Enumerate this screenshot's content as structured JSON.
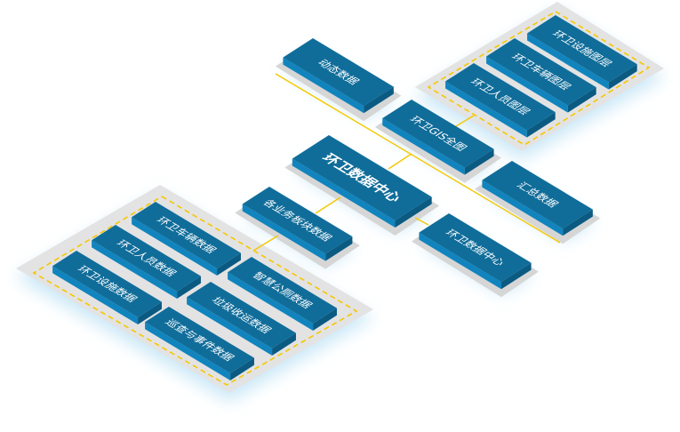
{
  "diagram": {
    "center": "环卫数据中心",
    "top_group": {
      "dynamic_data": "动态数据",
      "gis_map": "环卫GIS全图",
      "layers": [
        "环卫设施图层",
        "环卫车辆图层",
        "环卫人员图层"
      ]
    },
    "summary_data": "汇总数据",
    "sub_data_center": "环卫数据中心",
    "business_group": {
      "title": "各业务板块数据",
      "items": [
        "环卫车辆数据",
        "环卫人员数据",
        "环卫设施数据",
        "智慧公厕数据",
        "垃圾收运数据",
        "巡查与事件数据"
      ]
    }
  },
  "colors": {
    "block_top": "#106d9a",
    "block_front": "#1184bd",
    "block_side": "#0b5a82",
    "plate": "#e3e3e3",
    "connector": "#f5c800",
    "glow": "#cbe8f7"
  }
}
